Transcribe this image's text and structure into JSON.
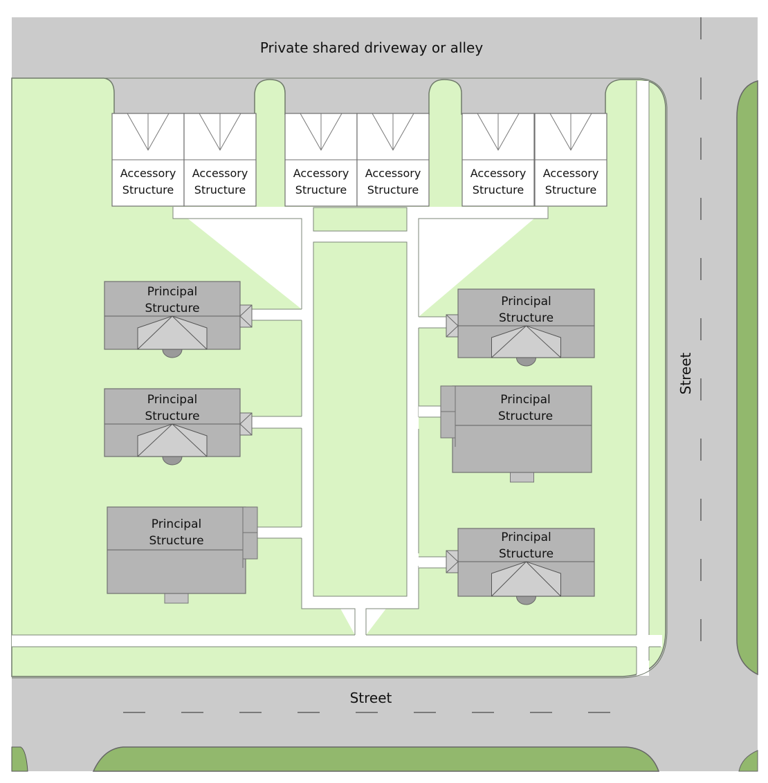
{
  "title": "Site plan: cottage cluster with shared alley and accessory structures",
  "roads": {
    "alley_label": "Private shared driveway or alley",
    "bottom_street_label": "Street",
    "right_street_label": "Street"
  },
  "accessory_structures": [
    {
      "line1": "Accessory",
      "line2": "Structure"
    },
    {
      "line1": "Accessory",
      "line2": "Structure"
    },
    {
      "line1": "Accessory",
      "line2": "Structure"
    },
    {
      "line1": "Accessory",
      "line2": "Structure"
    },
    {
      "line1": "Accessory",
      "line2": "Structure"
    },
    {
      "line1": "Accessory",
      "line2": "Structure"
    }
  ],
  "principal_structures": [
    {
      "line1": "Principal",
      "line2": "Structure",
      "style": "gable-porch"
    },
    {
      "line1": "Principal",
      "line2": "Structure",
      "style": "gable-porch"
    },
    {
      "line1": "Principal",
      "line2": "Structure",
      "style": "flat-stoop"
    },
    {
      "line1": "Principal",
      "line2": "Structure",
      "style": "gable-porch"
    },
    {
      "line1": "Principal",
      "line2": "Structure",
      "style": "flat-stoop"
    },
    {
      "line1": "Principal",
      "line2": "Structure",
      "style": "gable-porch"
    }
  ],
  "colors": {
    "road": "#cbcbcb",
    "lawn": "#daf4c4",
    "park": "#92b86d",
    "walkway": "#ffffff",
    "roof": "#b5b5b5",
    "porch": "#cfcfcf",
    "outline": "#6f7a6a"
  }
}
